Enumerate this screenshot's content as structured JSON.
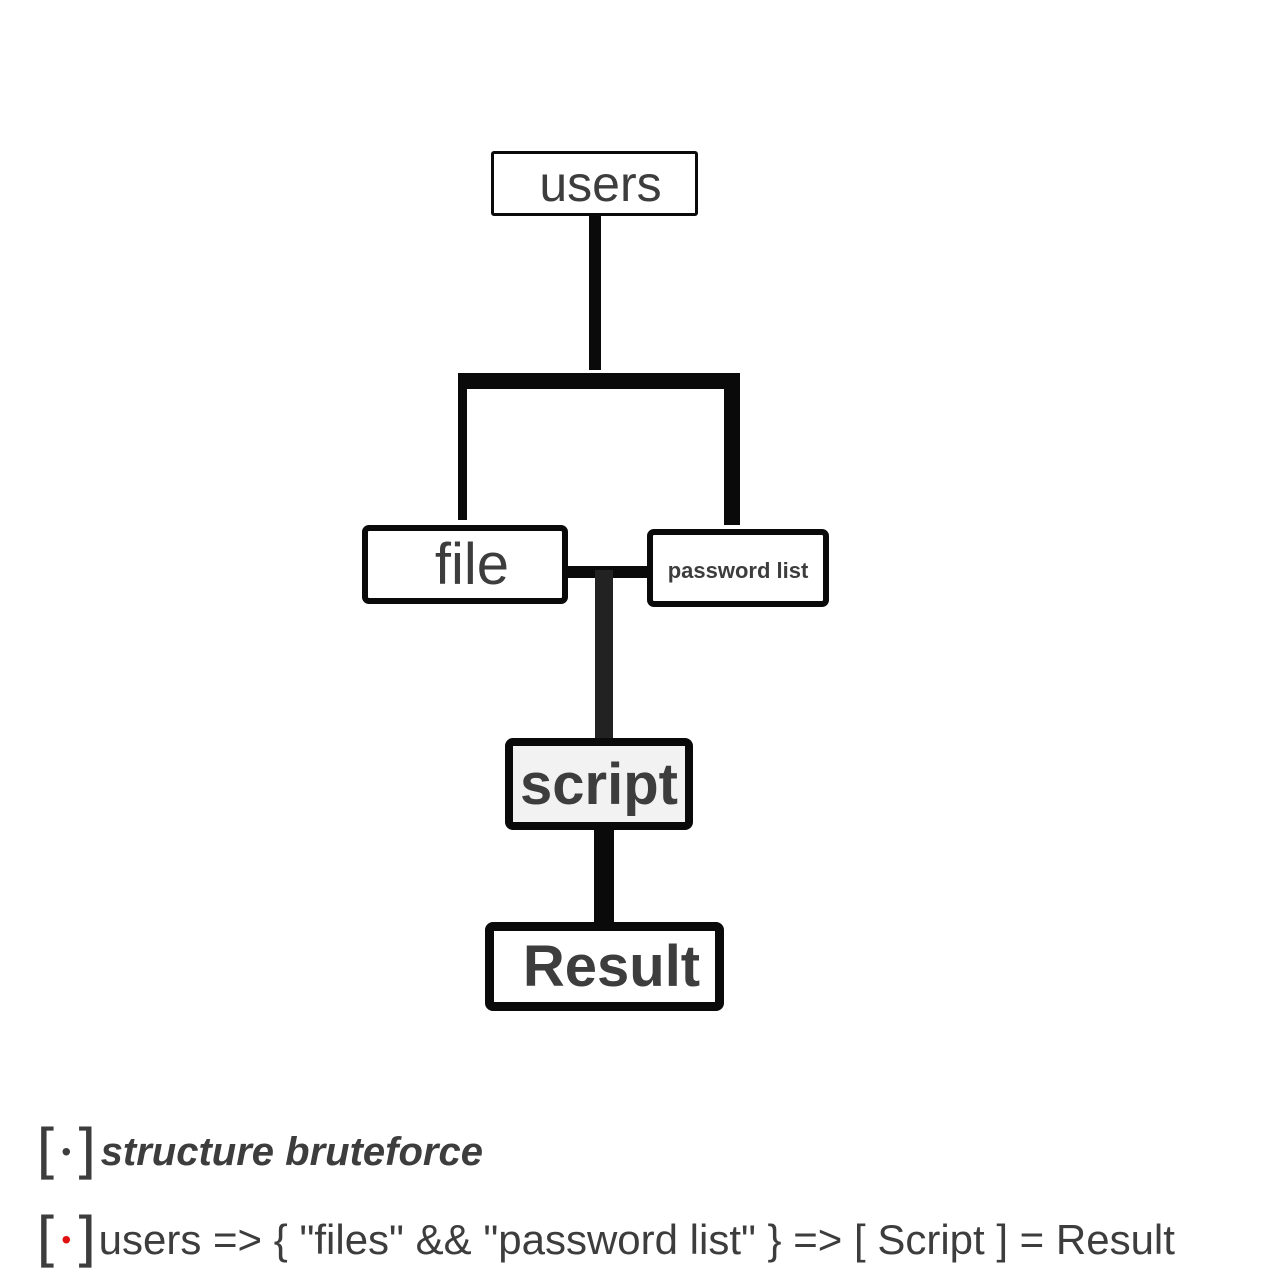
{
  "diagram": {
    "nodes": {
      "users": "users",
      "file": "file",
      "password_list": "password list",
      "script": "script",
      "result": "Result"
    },
    "edges": [
      {
        "from": "users",
        "to": "file"
      },
      {
        "from": "users",
        "to": "password list"
      },
      {
        "from": "file",
        "to": "script"
      },
      {
        "from": "password list",
        "to": "script"
      },
      {
        "from": "script",
        "to": "Result"
      }
    ]
  },
  "captions": {
    "title": {
      "bullet": "•",
      "bullet_color": "#3d3d3d",
      "text": "structure bruteforce"
    },
    "formula": {
      "bullet": "•",
      "bullet_color": "#e01010",
      "text": "users => { \"files\" && \"password list\" } => [ Script ] = Result"
    }
  }
}
